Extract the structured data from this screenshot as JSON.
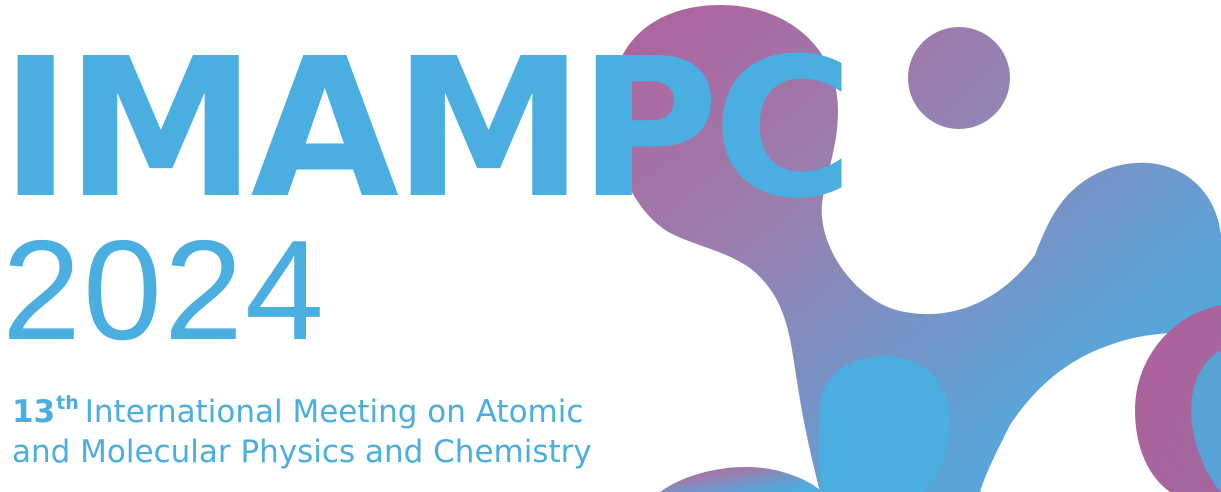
{
  "header": {
    "acronym": "IMAMPC",
    "year": "2024"
  },
  "subtitle": {
    "ordinal_number": "13",
    "ordinal_suffix": "th",
    "line1_rest": "International Meeting on Atomic",
    "line2": "and Molecular Physics and Chemistry"
  },
  "colors": {
    "text_blue": "#4aaee0",
    "gradient_magenta": "#b0609a",
    "gradient_blue": "#4aaee0"
  },
  "icons": {
    "graphic": "molecule-blob-graphic"
  }
}
